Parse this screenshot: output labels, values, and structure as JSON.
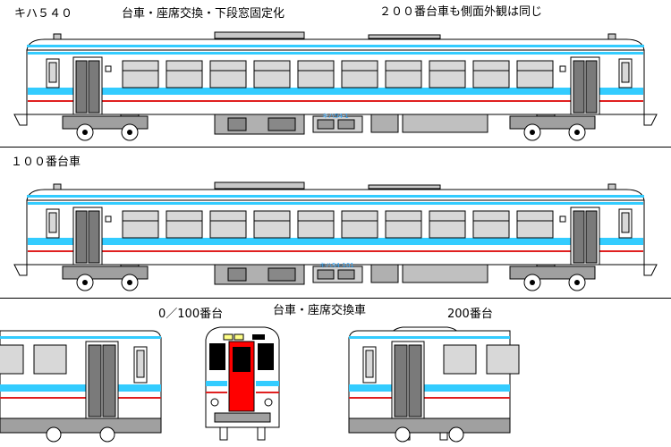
{
  "labels": {
    "model": "キハ５４０",
    "change_top": "台車・座席交換・下段窓固定化",
    "note_200": "２００番台車も側面外観は同じ",
    "series_100": "１００番台車",
    "front_0_100": "0／100番台",
    "change_bottom": "台車・座席交換車",
    "front_200": "200番台"
  },
  "car_numbers": {
    "car_0": "キハ54-1",
    "car_100": "キハ54-101"
  },
  "colors": {
    "body": "#ffffff",
    "outline": "#000000",
    "blue_band": "#33ccff",
    "red_line": "#e02020",
    "roof_equipment": "#c8c8c8",
    "window_pane": "#d8d8d8",
    "underframe": "#a0a0a0",
    "door_red": "#ff0000",
    "front_window": "#000000",
    "lamp_yellow": "#ffff88",
    "lamp_green": "#66cc66"
  }
}
